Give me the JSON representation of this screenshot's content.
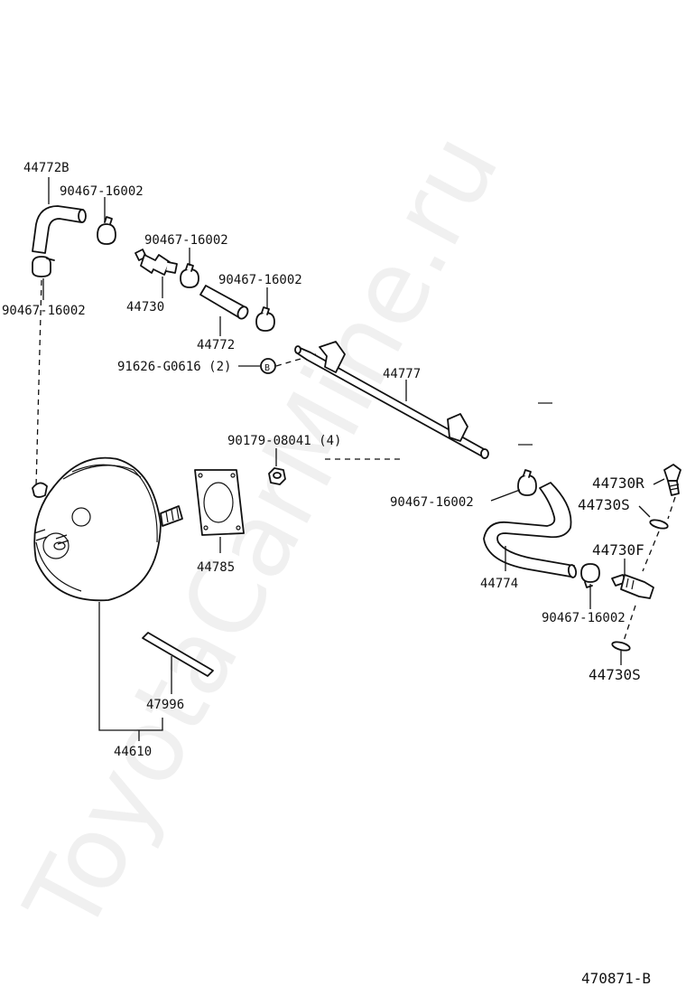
{
  "watermark": "ToyotaCarMine.ru",
  "diagram_code": "470871-B",
  "parts": {
    "hose_44772b": "44772B",
    "clip_1": "90467-16002",
    "clip_2": "90467-16002",
    "clip_3": "90467-16002",
    "clip_4": "90467-16002",
    "clip_5": "90467-16002",
    "clip_6": "90467-16002",
    "check_valve": "44730",
    "hose_44772": "44772",
    "bolt_91626": "91626-G0616 (2)",
    "bolt_marker": "B",
    "tube_44777": "44777",
    "nut_90179": "90179-08041 (4)",
    "gasket_44785": "44785",
    "hose_44774": "44774",
    "valve_r": "44730R",
    "gasket_s_1": "44730S",
    "valve_f": "44730F",
    "gasket_s_2": "44730S",
    "gasket_47996": "47996",
    "booster_44610": "44610"
  }
}
